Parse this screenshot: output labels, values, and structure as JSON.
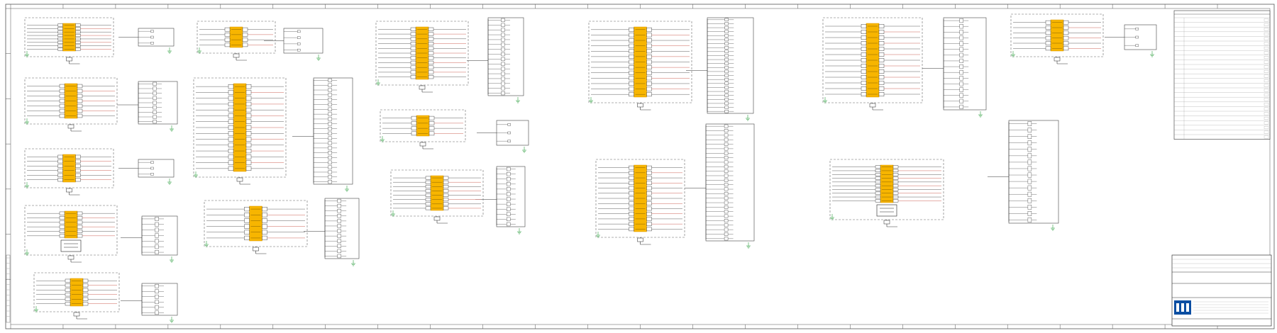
{
  "colors": {
    "terminal_fill": "#f7b500",
    "terminal_fill_dark": "#e09a00",
    "wire": "#333333",
    "wire_red": "#c0392b",
    "frame": "#555555",
    "dashed_box": "#666666",
    "ground_green": "#2e9e3e",
    "legend_link": "#1a5fb4",
    "logo": "#0b4ea2"
  },
  "sheet": {
    "frame_column_markers": [
      "",
      "",
      "",
      "",
      "",
      "",
      "",
      "",
      "",
      "",
      "",
      "",
      "",
      "",
      "",
      "",
      "",
      "",
      "",
      "",
      "",
      "",
      "",
      ""
    ],
    "frame_row_markers": [
      "",
      "",
      "",
      "",
      "",
      "",
      ""
    ]
  },
  "legend": {
    "title": "",
    "header": "",
    "rows": [
      {
        "code": "",
        "text": ""
      },
      {
        "code": "",
        "text": ""
      },
      {
        "code": "",
        "text": ""
      },
      {
        "code": "",
        "text": ""
      },
      {
        "code": "",
        "text": ""
      },
      {
        "code": "",
        "text": ""
      },
      {
        "code": "",
        "text": ""
      },
      {
        "code": "",
        "text": ""
      },
      {
        "code": "",
        "text": ""
      },
      {
        "code": "",
        "text": ""
      },
      {
        "code": "",
        "text": ""
      },
      {
        "code": "",
        "text": ""
      },
      {
        "code": "",
        "text": ""
      },
      {
        "code": "",
        "text": ""
      },
      {
        "code": "",
        "text": ""
      },
      {
        "code": "",
        "text": ""
      },
      {
        "code": "",
        "text": ""
      },
      {
        "code": "",
        "text": ""
      },
      {
        "code": "",
        "text": ""
      },
      {
        "code": "",
        "text": ""
      },
      {
        "code": "",
        "text": ""
      },
      {
        "code": "",
        "text": ""
      },
      {
        "code": "",
        "text": ""
      },
      {
        "code": "",
        "text": ""
      },
      {
        "code": "",
        "text": ""
      },
      {
        "code": "",
        "text": ""
      }
    ]
  },
  "title_block": {
    "revision_rows": [
      "",
      "",
      ""
    ],
    "project_label": "",
    "project_value": "",
    "drawing_title": "",
    "drawing_subtitle": "",
    "company_text": "",
    "sheet_number": "",
    "logo_letters": ""
  },
  "blocks": [
    {
      "id": "ia_1",
      "title": "",
      "subtitle": "",
      "side_labels": [
        "",
        "",
        "",
        "",
        "",
        "",
        "",
        ""
      ],
      "out_labels": [
        "",
        "",
        "",
        "",
        "",
        "",
        ""
      ]
    },
    {
      "id": "ia_2",
      "title": "",
      "subtitle": "",
      "side_labels": [
        "",
        "",
        "",
        ""
      ],
      "out_labels": [
        "",
        "",
        "",
        ""
      ]
    },
    {
      "id": "ia_3",
      "title": "",
      "subtitle": "",
      "side_labels": [
        "",
        "",
        "",
        ""
      ],
      "out_labels": [
        "",
        "",
        "",
        ""
      ]
    },
    {
      "id": "ia_4",
      "title": "",
      "subtitle": "",
      "side_labels": [
        "",
        "",
        "",
        ""
      ],
      "out_labels": [
        "",
        "",
        "",
        ""
      ]
    },
    {
      "id": "ia_5",
      "title": "",
      "subtitle": "",
      "side_labels": [
        "",
        "",
        "",
        ""
      ],
      "out_labels": [
        "",
        "",
        "",
        ""
      ]
    },
    {
      "id": "ib_1",
      "title": "",
      "subtitle": "",
      "side_labels": [
        "",
        "",
        ""
      ],
      "out_labels": [
        "",
        ""
      ]
    },
    {
      "id": "ib_2",
      "title": "",
      "subtitle": "",
      "side_labels": [],
      "out_labels": [
        "",
        "",
        "",
        "",
        "",
        "",
        ""
      ]
    },
    {
      "id": "ib_3",
      "title": "",
      "subtitle": "",
      "side_labels": [
        ""
      ],
      "out_labels": [
        ""
      ]
    },
    {
      "id": "ib_4",
      "title": "",
      "subtitle": "",
      "side_labels": [],
      "out_labels": [
        "",
        "",
        ""
      ]
    },
    {
      "id": "ib_5",
      "title": "",
      "subtitle": "",
      "side_labels": [],
      "out_labels": [
        "",
        "",
        ""
      ]
    },
    {
      "id": "ic_1",
      "title": "",
      "subtitle": "",
      "side_labels": [
        "",
        "",
        ""
      ],
      "out_labels": [
        "",
        "",
        ""
      ]
    },
    {
      "id": "ic_2",
      "title": "",
      "subtitle": "",
      "side_labels": [
        "",
        "",
        "",
        "",
        "",
        "",
        "",
        "",
        ""
      ],
      "out_labels": [
        "",
        "",
        "",
        "",
        "",
        "",
        "",
        "",
        ""
      ]
    },
    {
      "id": "ic_3",
      "title": "",
      "subtitle": "",
      "side_labels": [
        ""
      ],
      "out_labels": [
        "",
        "",
        "",
        ""
      ]
    },
    {
      "id": "id_1",
      "title": "",
      "subtitle": "",
      "side_labels": [],
      "out_labels": [
        "",
        "",
        ""
      ]
    },
    {
      "id": "id_2",
      "title": "",
      "subtitle": "",
      "side_labels": [],
      "out_labels": [
        "",
        "",
        "",
        "",
        "",
        "",
        "",
        "",
        "",
        "",
        "",
        "",
        ""
      ]
    },
    {
      "id": "id_3",
      "title": "",
      "subtitle": "",
      "side_labels": [],
      "out_labels": [
        "",
        "",
        "",
        "",
        "",
        "",
        "",
        ""
      ]
    },
    {
      "id": "ie_1",
      "title": "",
      "subtitle": "",
      "side_labels": [
        "",
        "",
        "",
        "",
        "",
        "",
        "",
        ""
      ],
      "out_labels": [
        "",
        "",
        "",
        "",
        ""
      ]
    },
    {
      "id": "ie_2",
      "title": "",
      "subtitle": "",
      "side_labels": [
        "",
        ""
      ],
      "out_labels": [
        "",
        ""
      ]
    },
    {
      "id": "ie_3",
      "title": "",
      "subtitle": "",
      "side_labels": [
        "",
        "",
        "",
        "",
        ""
      ],
      "out_labels": [
        "",
        "",
        "",
        ""
      ]
    },
    {
      "id": "if_1",
      "title": "",
      "subtitle": "",
      "side_labels": [],
      "out_labels": [
        "",
        "",
        "",
        "",
        "",
        "",
        "",
        "",
        "",
        "",
        "",
        "",
        "",
        "",
        "",
        ""
      ]
    },
    {
      "id": "if_2",
      "title": "",
      "subtitle": "",
      "side_labels": [],
      "out_labels": [
        "",
        "",
        ""
      ]
    },
    {
      "id": "if_3",
      "title": "",
      "subtitle": "",
      "side_labels": [],
      "out_labels": [
        "",
        "",
        "",
        "",
        "",
        "",
        "",
        "",
        "",
        "",
        "",
        ""
      ]
    },
    {
      "id": "ig_1",
      "title": "",
      "subtitle": "",
      "side_labels": [
        "",
        "",
        "",
        "",
        "",
        "",
        ""
      ],
      "out_labels": [
        "",
        "",
        "",
        "",
        "",
        "",
        ""
      ]
    },
    {
      "id": "ig_2",
      "title": "",
      "subtitle": "",
      "side_labels": [
        "",
        "",
        "",
        "",
        "",
        "",
        "",
        ""
      ],
      "out_labels": [
        "",
        "",
        "",
        "",
        "",
        "",
        "",
        ""
      ]
    },
    {
      "id": "ih_1",
      "title": "",
      "subtitle": "",
      "side_labels": [],
      "out_labels": [
        "",
        "",
        "",
        "",
        "",
        "",
        "",
        "",
        "",
        "",
        "",
        "",
        "",
        "",
        "",
        "",
        "",
        ""
      ]
    },
    {
      "id": "ih_2",
      "title": "",
      "subtitle": "",
      "side_labels": [],
      "out_labels": [
        "",
        "",
        "",
        "",
        "",
        "",
        "",
        "",
        "",
        "",
        "",
        "",
        "",
        "",
        "",
        "",
        "",
        "",
        "",
        "",
        "",
        "",
        "",
        ""
      ]
    },
    {
      "id": "ii_1",
      "title": "",
      "subtitle": "",
      "side_labels": [
        "",
        "",
        "",
        "",
        "",
        "",
        ""
      ],
      "out_labels": [
        "",
        "",
        "",
        "",
        "",
        "",
        "",
        ""
      ]
    },
    {
      "id": "ii_2",
      "title": "",
      "subtitle": "",
      "side_labels": [
        "",
        "",
        "",
        "",
        ""
      ],
      "out_labels": [
        "",
        "",
        "",
        "",
        "",
        "",
        ""
      ]
    },
    {
      "id": "ij_1",
      "title": "",
      "subtitle": "",
      "side_labels": [],
      "out_labels": [
        "",
        "",
        "",
        "",
        "",
        "",
        "",
        "",
        "",
        "",
        "",
        "",
        "",
        ""
      ]
    },
    {
      "id": "ik_1",
      "title": "",
      "subtitle": "",
      "side_labels": [
        "",
        "",
        ""
      ],
      "out_labels": [
        "",
        "",
        "",
        ""
      ]
    },
    {
      "id": "ik_2",
      "title": "",
      "subtitle": "",
      "side_labels": [],
      "out_labels": [
        "",
        "",
        ""
      ]
    },
    {
      "id": "ik_3",
      "title": "",
      "subtitle": "",
      "side_labels": [],
      "out_labels": [
        "",
        "",
        "",
        "",
        "",
        "",
        "",
        "",
        "",
        "",
        "",
        "",
        "",
        "",
        "",
        ""
      ]
    }
  ]
}
